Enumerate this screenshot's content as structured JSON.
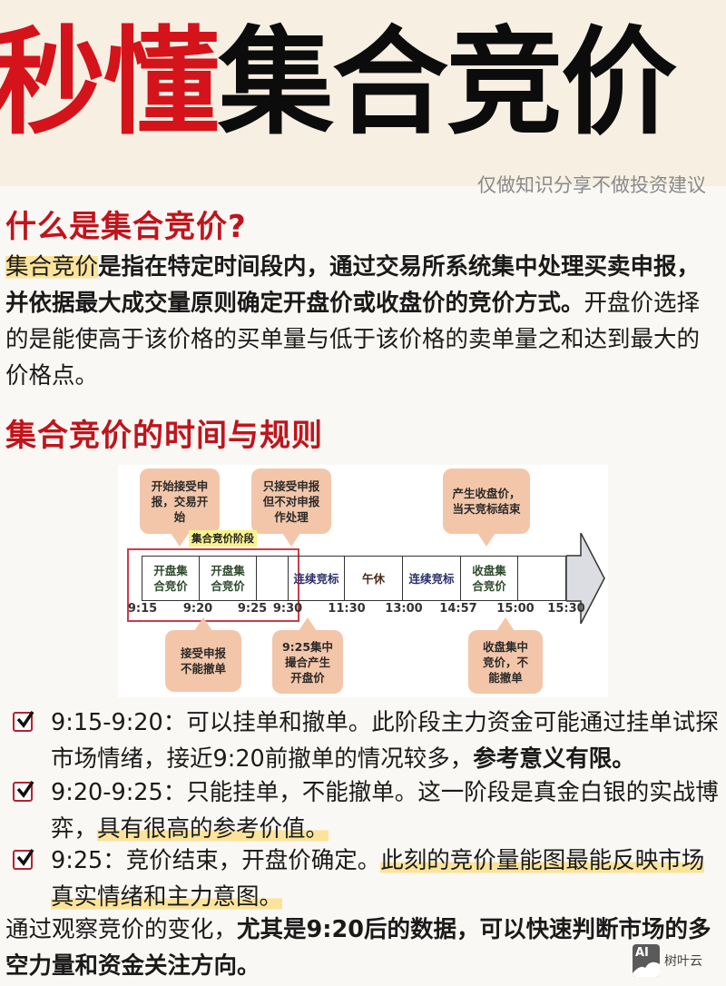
{
  "header": {
    "title_red": "秒懂",
    "title_black": "集合竞价",
    "disclaimer": "仅做知识分享不做投资建议"
  },
  "section1": {
    "heading": "什么是集合竞价?",
    "term": "集合竞价",
    "definition_bold": "是指在特定时间段内，通过交易所系统集中处理买卖申报，并依据最大成交量原则确定开盘价或收盘价的竞价方式。",
    "definition_rest": "开盘价选择的是能使高于该价格的买单量与低于该价格的卖单量之和达到最大的价格点。"
  },
  "section2": {
    "heading": "集合竞价的时间与规则"
  },
  "diagram": {
    "stage_label": "集合竞价阶段",
    "bubbles_top": [
      "开始接受申报，交易开始",
      "只接受申报但不对申报作处理",
      "产生收盘价，当天竞标结束"
    ],
    "bubbles_bottom": [
      "接受申报不能撤单",
      "9:25集中撮合产生开盘价",
      "收盘集中竞价，不能撤单"
    ],
    "segments": [
      {
        "label": "开盘集合竞价",
        "color": "#cfe3c3"
      },
      {
        "label": "开盘集合竞价",
        "color": "#cfe3c3"
      },
      {
        "label": "",
        "color": "#e3e8f6"
      },
      {
        "label": "连续竞标",
        "color": "#a4b3e3"
      },
      {
        "label": "午休",
        "color": "#f6cbb0"
      },
      {
        "label": "连续竞标",
        "color": "#a4b3e3"
      },
      {
        "label": "收盘集合竞价",
        "color": "#cfe3c3"
      },
      {
        "label": "",
        "color": "#cfe3c3"
      }
    ],
    "ticks": [
      "9:15",
      "9:20",
      "9:25",
      "9:30",
      "11:30",
      "13:00",
      "14:57",
      "15:00",
      "15:30"
    ]
  },
  "checklist": [
    {
      "time": "9:15-9:20：",
      "text": "可以挂单和撤单。此阶段主力资金可能通过挂单试探市场情绪，接近9:20前撤单的情况较多，",
      "bold": "参考意义有限。"
    },
    {
      "time": "9:20-9:25：",
      "text": "只能挂单，不能撤单。这一阶段是真金白银的实战博弈，",
      "highlight": "具有很高的参考价值。"
    },
    {
      "time": "9:25：",
      "text": "竞价结束，开盘价确定。",
      "highlight": "此刻的竞价量能图最能反映市场真实情绪和主力意图。"
    }
  ],
  "conclusion": {
    "prefix": "通过观察竞价的变化，",
    "bold": "尤其是9:20后的数据，可以快速判断市场的多空力量和资金关注方向。"
  },
  "watermark": {
    "logo": "AI",
    "text": "树叶云"
  }
}
